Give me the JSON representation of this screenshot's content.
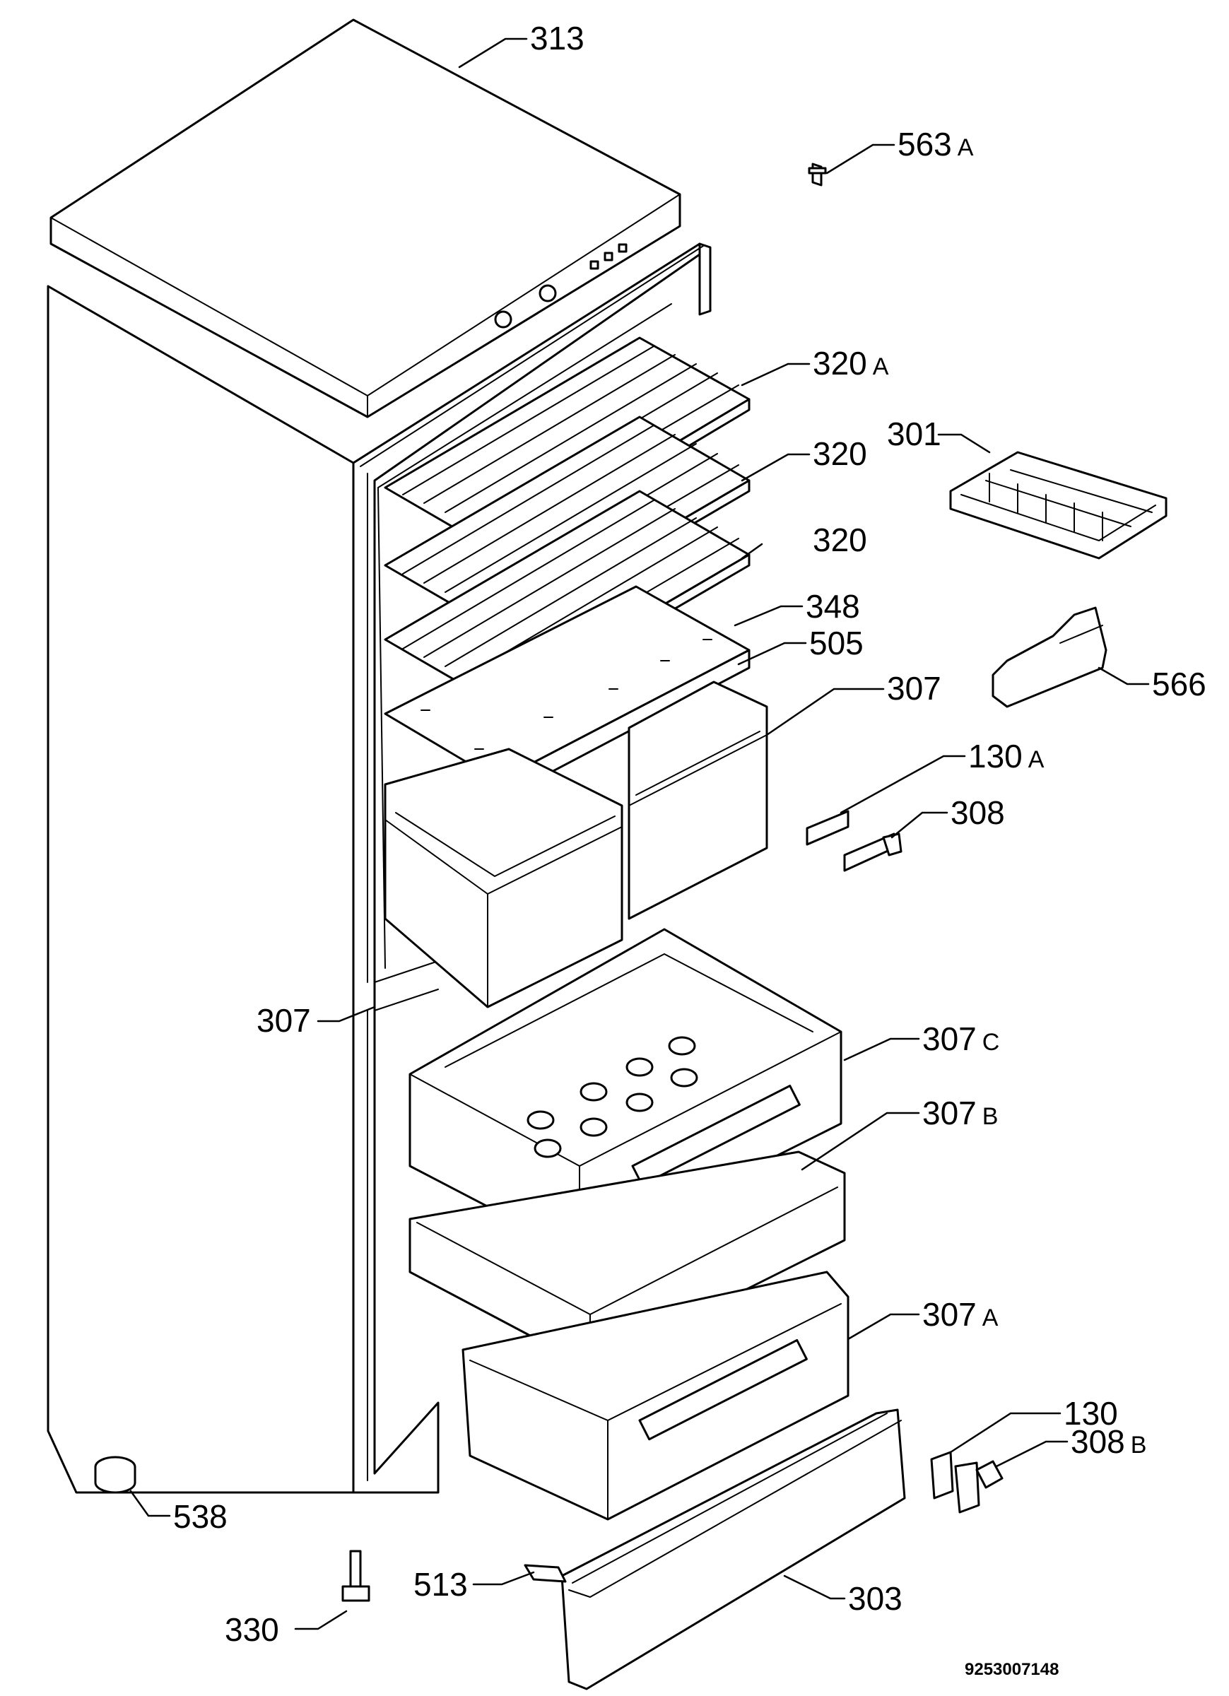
{
  "document_number": "9253007148",
  "labels": [
    {
      "id": "p313",
      "number": "313",
      "suffix": ""
    },
    {
      "id": "p563a",
      "number": "563",
      "suffix": "A"
    },
    {
      "id": "p320a",
      "number": "320",
      "suffix": "A"
    },
    {
      "id": "p301",
      "number": "301",
      "suffix": ""
    },
    {
      "id": "p320b",
      "number": "320",
      "suffix": ""
    },
    {
      "id": "p320c",
      "number": "320",
      "suffix": ""
    },
    {
      "id": "p348",
      "number": "348",
      "suffix": ""
    },
    {
      "id": "p505",
      "number": "505",
      "suffix": ""
    },
    {
      "id": "p307",
      "number": "307",
      "suffix": ""
    },
    {
      "id": "p566",
      "number": "566",
      "suffix": ""
    },
    {
      "id": "p130a",
      "number": "130",
      "suffix": "A"
    },
    {
      "id": "p308",
      "number": "308",
      "suffix": ""
    },
    {
      "id": "p307l",
      "number": "307",
      "suffix": ""
    },
    {
      "id": "p307c",
      "number": "307",
      "suffix": "C"
    },
    {
      "id": "p307b",
      "number": "307",
      "suffix": "B"
    },
    {
      "id": "p307a",
      "number": "307",
      "suffix": "A"
    },
    {
      "id": "p130",
      "number": "130",
      "suffix": ""
    },
    {
      "id": "p308b",
      "number": "308",
      "suffix": "B"
    },
    {
      "id": "p538",
      "number": "538",
      "suffix": ""
    },
    {
      "id": "p513",
      "number": "513",
      "suffix": ""
    },
    {
      "id": "p303",
      "number": "303",
      "suffix": ""
    },
    {
      "id": "p330",
      "number": "330",
      "suffix": ""
    }
  ]
}
